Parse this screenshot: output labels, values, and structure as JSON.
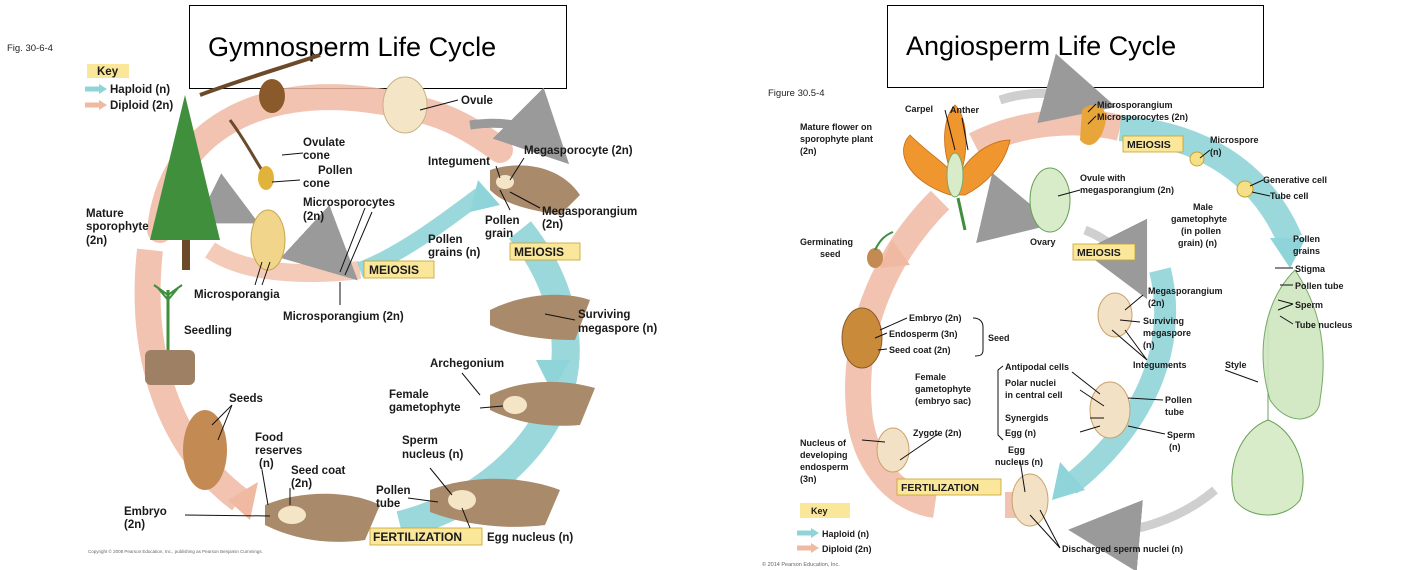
{
  "titles": {
    "gymnosperm": "Gymnosperm Life Cycle",
    "angiosperm": "Angiosperm Life Cycle"
  },
  "gymnosperm": {
    "fig_label": "Fig. 30-6-4",
    "key": {
      "title": "Key",
      "haploid": "Haploid (n)",
      "diploid": "Diploid (2n)"
    },
    "stages": {
      "meiosis_1": "MEIOSIS",
      "meiosis_2": "MEIOSIS",
      "fertilization": "FERTILIZATION"
    },
    "labels": {
      "ovule": "Ovule",
      "ovulate_cone_1": "Ovulate",
      "ovulate_cone_2": "cone",
      "pollen_cone_1": "Pollen",
      "pollen_cone_2": "cone",
      "integument": "Integument",
      "megasporocyte": "Megasporocyte (2n)",
      "mature_sporophyte_1": "Mature",
      "mature_sporophyte_2": "sporophyte",
      "mature_sporophyte_3": "(2n)",
      "microsporocytes_1": "Microsporocytes",
      "microsporocytes_2": "(2n)",
      "pollen_grain_1": "Pollen",
      "pollen_grain_2": "grain",
      "megasporangium_1": "Megasporangium",
      "megasporangium_2": "(2n)",
      "pollen_grains_1": "Pollen",
      "pollen_grains_2": "grains (n)",
      "microsporangia": "Microsporangia",
      "microsporangium": "Microsporangium (2n)",
      "seedling": "Seedling",
      "surviving_megaspore_1": "Surviving",
      "surviving_megaspore_2": "megaspore (n)",
      "archegonium": "Archegonium",
      "female_gametophyte_1": "Female",
      "female_gametophyte_2": "gametophyte",
      "seeds": "Seeds",
      "food_reserves_1": "Food",
      "food_reserves_2": "reserves",
      "food_reserves_3": "(n)",
      "seed_coat_1": "Seed coat",
      "seed_coat_2": "(2n)",
      "sperm_nucleus_1": "Sperm",
      "sperm_nucleus_2": "nucleus (n)",
      "pollen_tube_1": "Pollen",
      "pollen_tube_2": "tube",
      "embryo_1": "Embryo",
      "embryo_2": "(2n)",
      "egg_nucleus": "Egg nucleus (n)"
    },
    "copyright": "Copyright © 2008 Pearson Education, Inc., publishing as Pearson Benjamin Cummings."
  },
  "angiosperm": {
    "fig_label": "Figure 30.5-4",
    "key": {
      "title": "Key",
      "haploid": "Haploid (n)",
      "diploid": "Diploid (2n)"
    },
    "stages": {
      "meiosis_1": "MEIOSIS",
      "meiosis_2": "MEIOSIS",
      "fertilization": "FERTILIZATION"
    },
    "labels": {
      "carpel": "Carpel",
      "anther": "Anther",
      "microsporangium": "Microsporangium",
      "microsporocytes": "Microsporocytes (2n)",
      "mature_flower_1": "Mature flower on",
      "mature_flower_2": "sporophyte plant",
      "mature_flower_3": "(2n)",
      "microspore_1": "Microspore",
      "microspore_2": "(n)",
      "ovule_1": "Ovule with",
      "ovule_2": "megasporangium (2n)",
      "generative_cell": "Generative cell",
      "tube_cell": "Tube cell",
      "male_gam_1": "Male",
      "male_gam_2": "gametophyte",
      "male_gam_3": "(in pollen",
      "male_gam_4": "grain) (n)",
      "ovary": "Ovary",
      "pollen_grains_1": "Pollen",
      "pollen_grains_2": "grains",
      "germinating_1": "Germinating",
      "germinating_2": "seed",
      "stigma": "Stigma",
      "pollen_tube_r": "Pollen tube",
      "megasporangium_1": "Megasporangium",
      "megasporangium_2": "(2n)",
      "sperm_r": "Sperm",
      "tube_nucleus": "Tube nucleus",
      "embryo": "Embryo (2n)",
      "endosperm": "Endosperm (3n)",
      "seed": "Seed",
      "seed_coat": "Seed coat (2n)",
      "surviving_1": "Surviving",
      "surviving_2": "megaspore",
      "surviving_3": "(n)",
      "integuments": "Integuments",
      "style": "Style",
      "antipodal": "Antipodal cells",
      "polar_1": "Polar nuclei",
      "polar_2": "in central cell",
      "female_gam_1": "Female",
      "female_gam_2": "gametophyte",
      "female_gam_3": "(embryo sac)",
      "synergids": "Synergids",
      "egg": "Egg (n)",
      "pollen_tube_c_1": "Pollen",
      "pollen_tube_c_2": "tube",
      "sperm_c_1": "Sperm",
      "sperm_c_2": "(n)",
      "zygote": "Zygote (2n)",
      "nucleus_dev_1": "Nucleus of",
      "nucleus_dev_2": "developing",
      "nucleus_dev_3": "endosperm",
      "nucleus_dev_4": "(3n)",
      "egg_nucleus_1": "Egg",
      "egg_nucleus_2": "nucleus (n)",
      "discharged": "Discharged sperm nuclei (n)"
    },
    "copyright": "© 2014 Pearson Education, Inc."
  },
  "colors": {
    "haploid_arrow": "#8fd4d8",
    "diploid_arrow": "#f0b9a2",
    "badge_fill": "#fbe79a",
    "tissue_brown": "#a98a6a",
    "flower_orange": "#f0962e",
    "plant_green": "#3f8f3c"
  }
}
